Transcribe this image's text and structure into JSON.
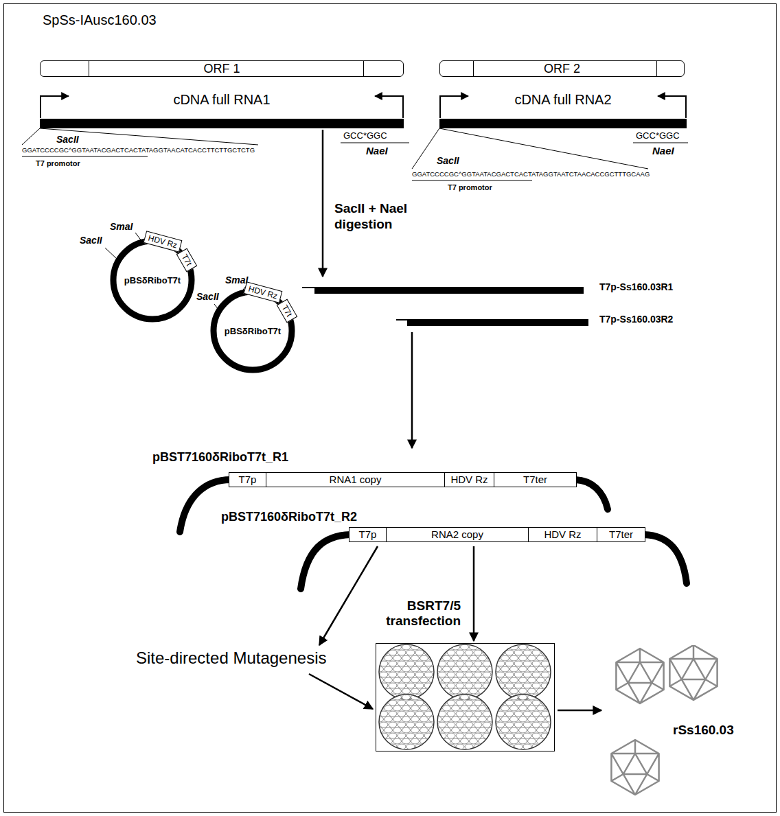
{
  "diagram": {
    "title": "SpSs-IAusc160.03",
    "nodes": [
      {
        "text": [
          "ORF 1"
        ]
      },
      {
        "text": [
          "cDNA full RNA1"
        ]
      },
      {
        "text": [
          "ORF 2"
        ]
      },
      {
        "text": [
          "cDNA full RNA2"
        ]
      },
      {
        "text": [
          "pBSδRiboT7t"
        ]
      },
      {
        "text": [
          "HDV Rz"
        ],
        "in": 4
      },
      {
        "text": [
          "T7t"
        ],
        "in": 4
      },
      {
        "text": [
          "pBSδRiboT7t"
        ]
      },
      {
        "text": [
          "HDV Rz"
        ],
        "in": 7
      },
      {
        "text": [
          "T7t"
        ],
        "in": 7
      },
      {
        "text": [
          "T7p-Ss160.03R1"
        ]
      },
      {
        "text": [
          "T7p-Ss160.03R2"
        ]
      },
      {
        "text": [
          "pBST7160δRiboT7t_R1"
        ]
      },
      {
        "text": [
          "T7p"
        ],
        "in": 12
      },
      {
        "text": [
          "RNA1 copy"
        ],
        "in": 12
      },
      {
        "text": [
          "HDV Rz"
        ],
        "in": 12
      },
      {
        "text": [
          "T7ter"
        ],
        "in": 12
      },
      {
        "text": [
          "pBST7160δRiboT7t_R2"
        ]
      },
      {
        "text": [
          "T7p"
        ],
        "in": 17
      },
      {
        "text": [
          "RNA2 copy"
        ],
        "in": 17
      },
      {
        "text": [
          "HDV Rz"
        ],
        "in": 17
      },
      {
        "text": [
          "T7ter"
        ],
        "in": 17
      },
      {
        "text": [
          "Site-directed Mutagenesis"
        ]
      },
      {
        "text": [
          "BSRT7/5 transfection"
        ]
      },
      {
        "text": [
          "rSs160.03"
        ]
      }
    ],
    "edges": [
      {
        "from": 1,
        "to": 10,
        "label": "SacII + NaeI digestion",
        "arrow": "to"
      },
      {
        "from": 11,
        "to": 12,
        "arrow": "to"
      },
      {
        "from": 17,
        "to": 22,
        "arrow": "to"
      },
      {
        "from": 17,
        "to": 23,
        "arrow": "to"
      },
      {
        "from": 22,
        "to": 23,
        "arrow": "to"
      },
      {
        "from": 23,
        "to": 24,
        "arrow": "to"
      }
    ],
    "labels": [
      "SacII",
      "GGATCCCCGC^GGTAATACGACTCACTATAGGTAACATCACCTTCTTGCTCTG",
      "T7 promotor",
      "GCC*GGC",
      "NaeI",
      "SacII",
      "GGATCCCCGC^GGTAATACGACTCACTATAGGTAATCTAACACCGCTTTGCAAG",
      "T7 promotor",
      "GCC*GGC",
      "NaeI",
      "SacII",
      "SmaI",
      "SacII",
      "SmaI"
    ]
  }
}
